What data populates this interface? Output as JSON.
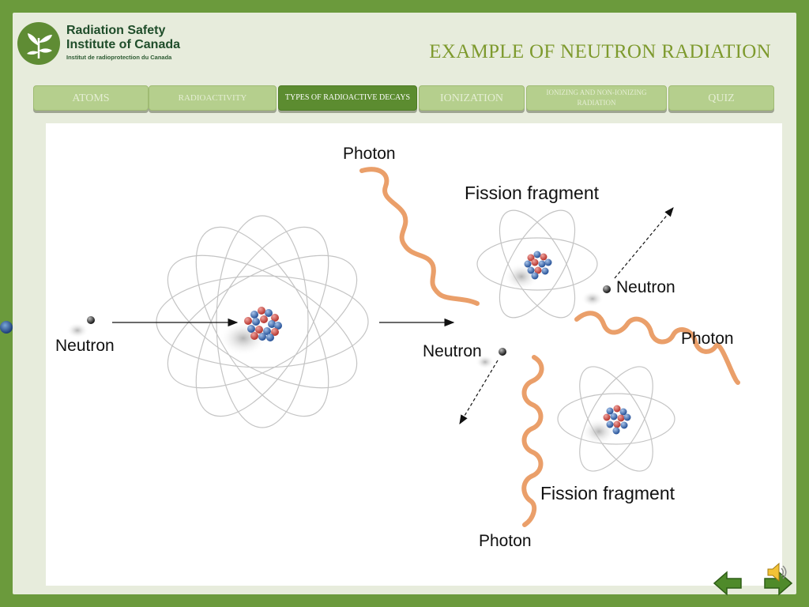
{
  "logo": {
    "line1": "Radiation Safety",
    "line2": "Institute of Canada",
    "line3": "Institut de radioprotection du Canada",
    "icon": "leaf-tree-icon"
  },
  "title": "EXAMPLE OF NEUTRON RADIATION",
  "nav": {
    "tabs": [
      {
        "label": "ATOMS"
      },
      {
        "label": "RADIOACTIVITY"
      },
      {
        "label": "TYPES OF RADIOACTIVE DECAYS"
      },
      {
        "label": "IONIZATION"
      },
      {
        "label": "IONIZING AND NON-IONIZING RADIATION"
      },
      {
        "label": "QUIZ"
      }
    ],
    "active_index": 2
  },
  "diagram": {
    "labels": {
      "neutron_in": "Neutron",
      "photon_top": "Photon",
      "fission_top": "Fission fragment",
      "neutron_right": "Neutron",
      "photon_right": "Photon",
      "neutron_mid": "Neutron",
      "fission_bottom": "Fission fragment",
      "photon_bottom": "Photon"
    }
  },
  "controls": {
    "back_icon": "arrow-left-icon",
    "forward_icon": "arrow-right-icon",
    "sound_icon": "speaker-icon"
  },
  "colors": {
    "frame": "#6b9a3c",
    "tab": "#b5cf8d",
    "tab_active": "#5c8c30",
    "photon": "#e8955a",
    "proton": "#c0443a",
    "neutron_particle": "#2f5fa8"
  }
}
